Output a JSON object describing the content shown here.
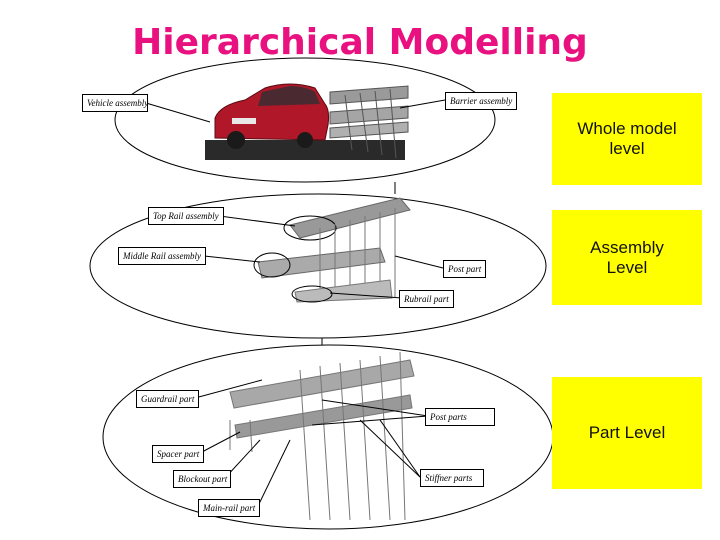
{
  "title": "Hierarchical Modelling",
  "labels": {
    "vehicle_assembly": "Vehicle assembly",
    "barrier_assembly": "Barrier assembly",
    "top_rail_assembly": "Top Rail assembly",
    "middle_rail_assembly": "Middle Rail assembly",
    "post_part": "Post part",
    "rubrail_part": "Rubrail part",
    "guardrail_part": "Guardrail part",
    "post_parts": "Post parts",
    "spacer_part": "Spacer part",
    "blockout_part": "Blockout part",
    "stiffner_parts": "Stiffner parts",
    "main_rail_part": "Main-rail part"
  },
  "levels": {
    "whole_model": "Whole model level",
    "assembly": "Assembly Level",
    "part": "Part Level"
  },
  "colors": {
    "title": "#e8117f",
    "level_box": "#ffff00",
    "car": "#b0182a"
  }
}
